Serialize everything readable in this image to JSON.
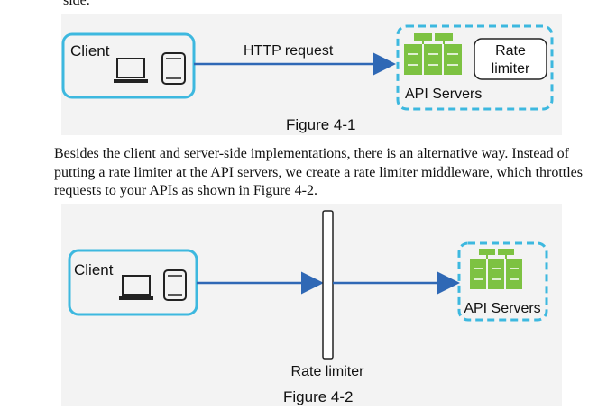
{
  "header_fragment": "side.",
  "figure1": {
    "client_label": "Client",
    "arrow_label": "HTTP request",
    "rate_limiter_label": "Rate limiter",
    "rate_limiter_line1": "Rate",
    "rate_limiter_line2": "limiter",
    "servers_label": "API Servers",
    "caption": "Figure 4-1",
    "colors": {
      "client_border": "#3db8df",
      "arrow": "#2f68b5",
      "server_green": "#7dc242",
      "dashed": "#3db8df"
    }
  },
  "paragraph": {
    "line1": "Besides the client and server-side implementations, there is an alternative way. Instead of",
    "line2": "putting a rate limiter at the API servers, we create a rate limiter middleware, which throttles",
    "line3": "requests to your APIs as shown in Figure 4-2."
  },
  "figure2": {
    "client_label": "Client",
    "middleware_label": "Rate limiter",
    "servers_label": "API Servers",
    "caption": "Figure 4-2"
  },
  "bottom_fragment": "… … … … … … … … … … … … … … … … … … … …"
}
